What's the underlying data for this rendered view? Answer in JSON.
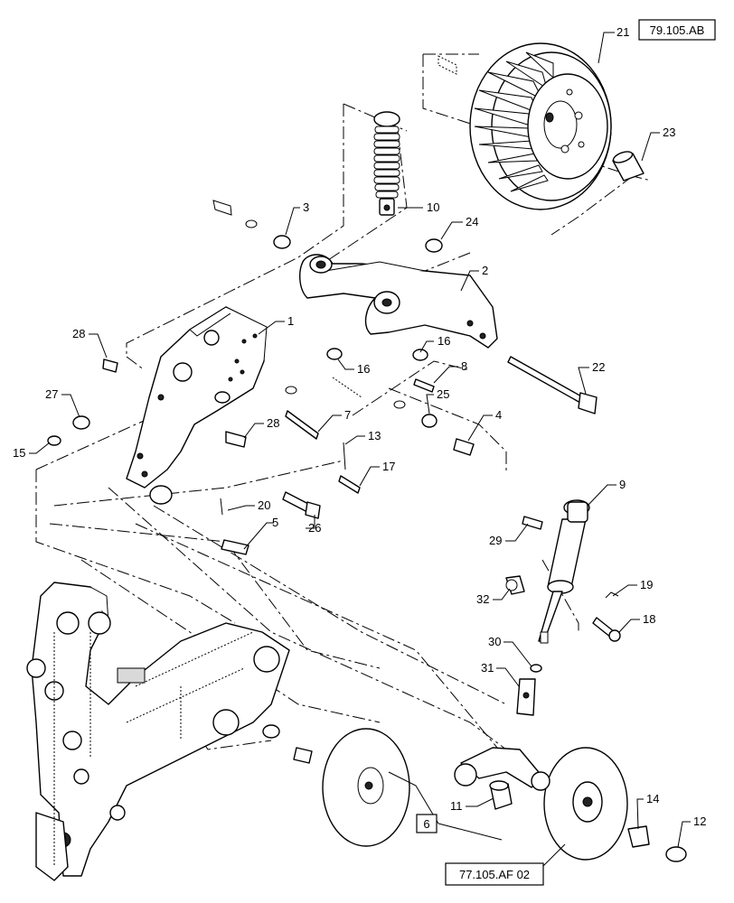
{
  "refs": {
    "top_right": "79.105.AB",
    "bottom": "77.105.AF 02",
    "boxed_callout": "6"
  },
  "callouts": {
    "c1": "1",
    "c2": "2",
    "c3": "3",
    "c4": "4",
    "c5": "5",
    "c7": "7",
    "c8": "8",
    "c9": "9",
    "c10": "10",
    "c11": "11",
    "c12": "12",
    "c13": "13",
    "c14": "14",
    "c15": "15",
    "c16a": "16",
    "c16b": "16",
    "c17": "17",
    "c18": "18",
    "c19": "19",
    "c20": "20",
    "c21": "21",
    "c22": "22",
    "c23": "23",
    "c24": "24",
    "c25": "25",
    "c26": "26",
    "c27": "27",
    "c28a": "28",
    "c28b": "28",
    "c29": "29",
    "c30": "30",
    "c31": "31",
    "c32": "32"
  }
}
